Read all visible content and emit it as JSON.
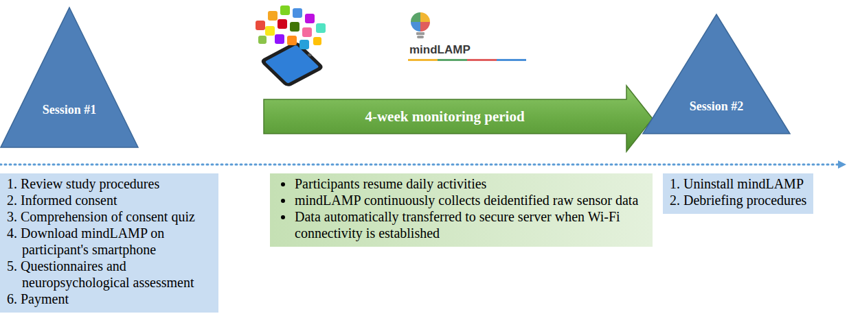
{
  "diagram": {
    "nodes": [
      {
        "text": [
          "Session #1"
        ]
      },
      {
        "text": [
          "4-week monitoring period"
        ]
      },
      {
        "text": [
          "Session #2"
        ]
      },
      {
        "text": [
          "1. Review study procedures",
          "2. Informed consent",
          "3. Comprehension of consent quiz",
          "4. Download mindLAMP on participant's smartphone",
          "5. Questionnaires and neuropsychological assessment",
          "6. Payment"
        ]
      },
      {
        "text": [
          "Participants resume daily activities",
          "mindLAMP continuously collects deidentified raw sensor data",
          "Data automatically transferred to secure server when Wi-Fi connectivity is established"
        ]
      },
      {
        "text": [
          "1. Uninstall mindLAMP",
          "2. Debriefing procedures"
        ]
      }
    ],
    "labels": [
      "mindLAMP"
    ]
  }
}
